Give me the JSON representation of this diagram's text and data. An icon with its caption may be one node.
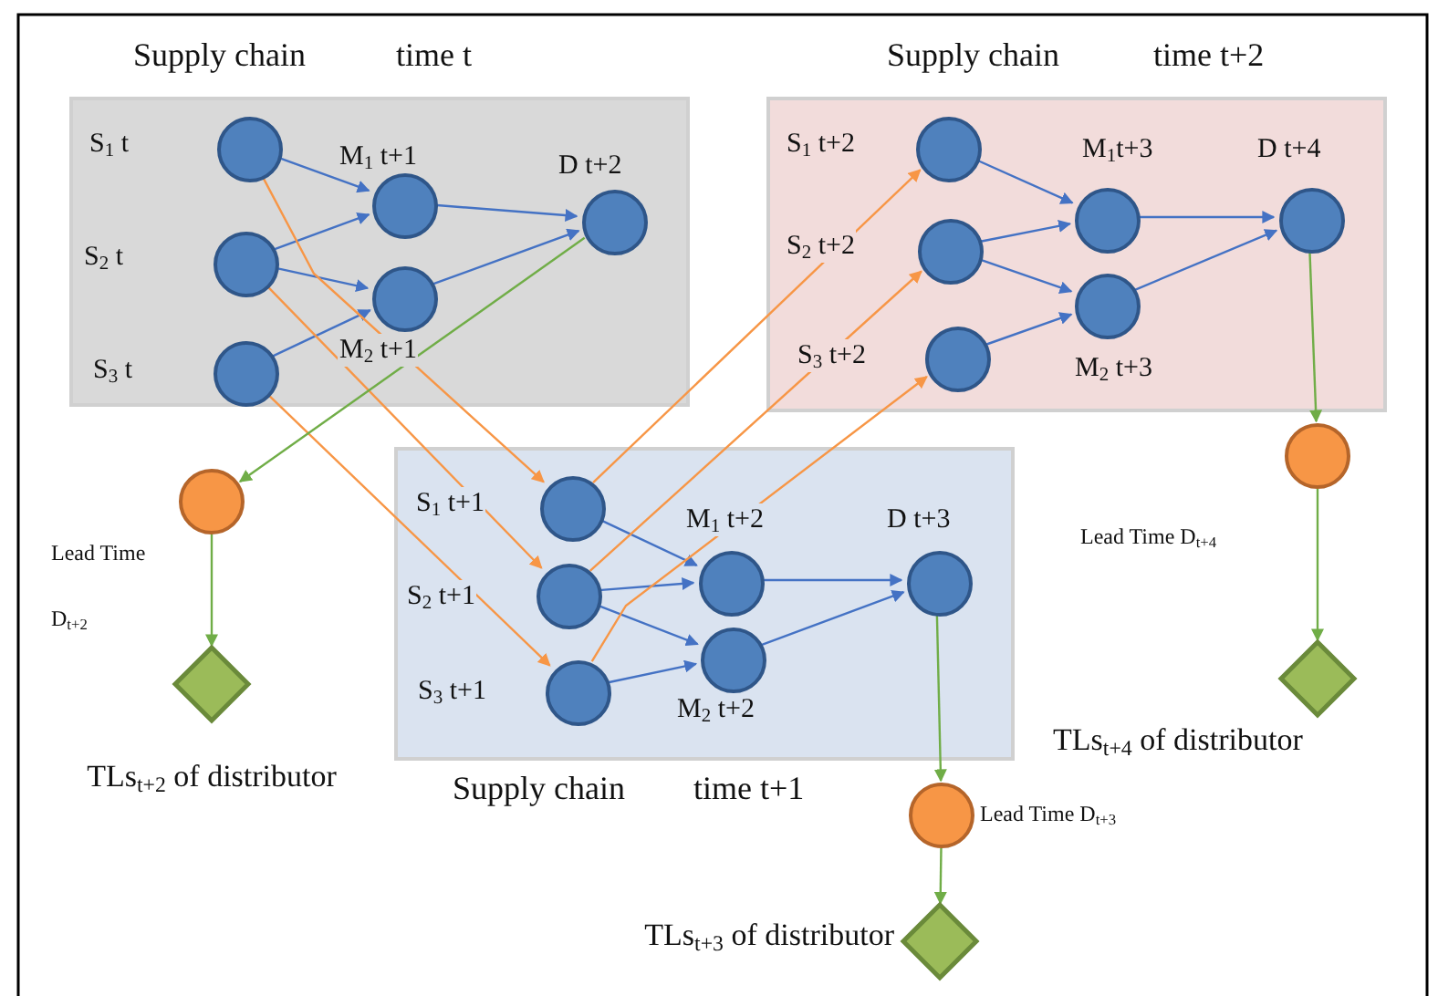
{
  "diagram": {
    "nodes": [
      {
        "text": [
          "Supply chain",
          "time t"
        ]
      },
      {
        "text": [],
        "shape": "circle",
        "in": 0,
        "beside": [
          "S$_{1}$  t"
        ]
      },
      {
        "text": [],
        "shape": "circle",
        "in": 0,
        "beside": [
          "S$_{2}$  t"
        ]
      },
      {
        "text": [],
        "shape": "circle",
        "in": 0,
        "beside": [
          "S$_{3}$  t"
        ]
      },
      {
        "text": [],
        "shape": "circle",
        "in": 0,
        "beside": [
          "M$_{1}$ t+1"
        ]
      },
      {
        "text": [],
        "shape": "circle",
        "in": 0,
        "beside": [
          "M$_{2}$ t+1"
        ]
      },
      {
        "text": [],
        "shape": "circle",
        "in": 0,
        "beside": [
          "D t+2"
        ]
      },
      {
        "text": [
          "Supply chain",
          "time t+2"
        ]
      },
      {
        "text": [],
        "shape": "circle",
        "in": 7,
        "beside": [
          "S$_{1}$     t+2"
        ]
      },
      {
        "text": [],
        "shape": "circle",
        "in": 7,
        "beside": [
          "S$_{2}$     t+2"
        ]
      },
      {
        "text": [],
        "shape": "circle",
        "in": 7,
        "beside": [
          "S$_{3}$    t+2"
        ]
      },
      {
        "text": [],
        "shape": "circle",
        "in": 7,
        "beside": [
          "M$_{1}$t+3"
        ]
      },
      {
        "text": [],
        "shape": "circle",
        "in": 7,
        "beside": [
          "M$_{2}$ t+3"
        ]
      },
      {
        "text": [],
        "shape": "circle",
        "in": 7,
        "beside": [
          "D t+4"
        ]
      },
      {
        "text": [
          "Supply chain",
          "time t+1"
        ]
      },
      {
        "text": [],
        "shape": "circle",
        "in": 14,
        "beside": [
          "S$_{1}$  t+1"
        ]
      },
      {
        "text": [],
        "shape": "circle",
        "in": 14,
        "beside": [
          "S$_{2}$ t+1"
        ]
      },
      {
        "text": [],
        "shape": "circle",
        "in": 14,
        "beside": [
          "S$_{3}$ t+1"
        ]
      },
      {
        "text": [],
        "shape": "circle",
        "in": 14,
        "beside": [
          "M$_{1}$ t+2"
        ]
      },
      {
        "text": [],
        "shape": "circle",
        "in": 14,
        "beside": [
          "M$_{2}$ t+2"
        ]
      },
      {
        "text": [],
        "shape": "circle",
        "in": 14,
        "beside": [
          "D t+3"
        ]
      },
      {
        "text": [],
        "shape": "circle",
        "beside": [
          "Lead Time",
          "D$_{t+2}$"
        ]
      },
      {
        "text": [],
        "shape": "diamond",
        "beside": [
          "TLs$_{t+2}$ of distributor"
        ]
      },
      {
        "text": [],
        "shape": "circle",
        "beside": [
          "Lead Time D$_{t+3}$"
        ]
      },
      {
        "text": [],
        "shape": "diamond",
        "beside": [
          "TLs$_{t+3}$ of distributor"
        ]
      },
      {
        "text": [],
        "shape": "circle",
        "beside": [
          "Lead Time D$_{t+4}$"
        ]
      },
      {
        "text": [],
        "shape": "diamond",
        "beside": [
          "TLs$_{t+4}$ of distributor"
        ]
      }
    ],
    "edges": [
      {
        "from": 1,
        "to": 4,
        "arrow": "to"
      },
      {
        "from": 2,
        "to": 4,
        "arrow": "to"
      },
      {
        "from": 2,
        "to": 5,
        "arrow": "to"
      },
      {
        "from": 3,
        "to": 5,
        "arrow": "to"
      },
      {
        "from": 4,
        "to": 6,
        "arrow": "to"
      },
      {
        "from": 5,
        "to": 6,
        "arrow": "to"
      },
      {
        "from": 8,
        "to": 11,
        "arrow": "to"
      },
      {
        "from": 9,
        "to": 11,
        "arrow": "to"
      },
      {
        "from": 9,
        "to": 12,
        "arrow": "to"
      },
      {
        "from": 10,
        "to": 12,
        "arrow": "to"
      },
      {
        "from": 11,
        "to": 13,
        "arrow": "to"
      },
      {
        "from": 12,
        "to": 13,
        "arrow": "to"
      },
      {
        "from": 15,
        "to": 18,
        "arrow": "to"
      },
      {
        "from": 16,
        "to": 18,
        "arrow": "to"
      },
      {
        "from": 16,
        "to": 19,
        "arrow": "to"
      },
      {
        "from": 17,
        "to": 19,
        "arrow": "to"
      },
      {
        "from": 18,
        "to": 20,
        "arrow": "to"
      },
      {
        "from": 19,
        "to": 20,
        "arrow": "to"
      },
      {
        "from": 1,
        "to": 15,
        "arrow": "to",
        "color": "#f79646"
      },
      {
        "from": 2,
        "to": 16,
        "arrow": "to",
        "color": "#f79646"
      },
      {
        "from": 3,
        "to": 17,
        "arrow": "to",
        "color": "#f79646"
      },
      {
        "from": 15,
        "to": 8,
        "arrow": "to",
        "color": "#f79646"
      },
      {
        "from": 16,
        "to": 9,
        "arrow": "to",
        "color": "#f79646"
      },
      {
        "from": 17,
        "to": 10,
        "arrow": "to",
        "color": "#f79646"
      },
      {
        "from": 6,
        "to": 21,
        "arrow": "to",
        "color": "#70ad47"
      },
      {
        "from": 21,
        "to": 22,
        "arrow": "to",
        "color": "#70ad47"
      },
      {
        "from": 20,
        "to": 23,
        "arrow": "to",
        "color": "#70ad47"
      },
      {
        "from": 23,
        "to": 24,
        "arrow": "to",
        "color": "#70ad47"
      },
      {
        "from": 13,
        "to": 25,
        "arrow": "to",
        "color": "#70ad47"
      },
      {
        "from": 25,
        "to": 26,
        "arrow": "to",
        "color": "#70ad47"
      }
    ]
  }
}
